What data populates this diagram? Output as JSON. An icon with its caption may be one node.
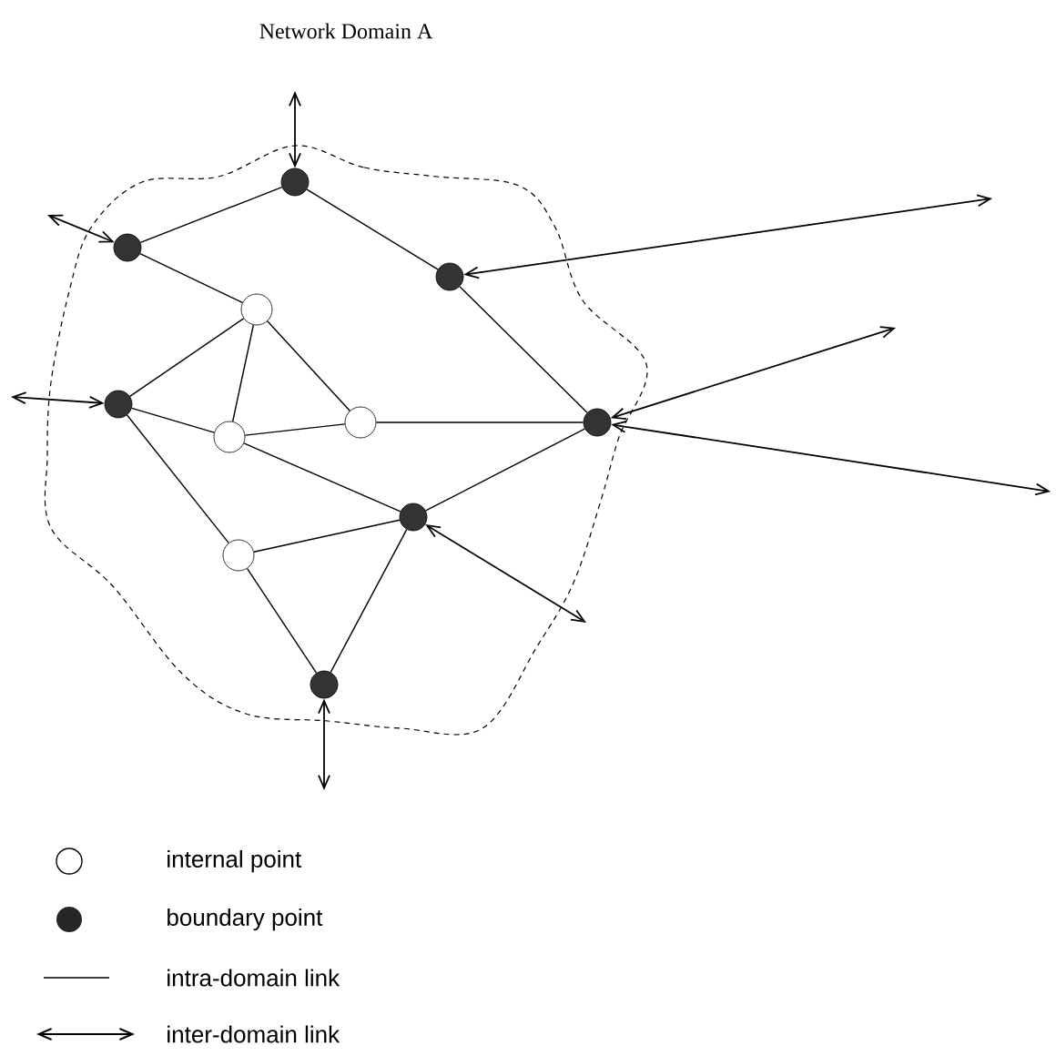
{
  "diagram": {
    "nodes": [
      {
        "text": [
          "Network Domain A"
        ]
      },
      {
        "text": [],
        "shape": "dot",
        "in": 0
      },
      {
        "text": [],
        "shape": "dot",
        "in": 0
      },
      {
        "text": [],
        "shape": "dot",
        "in": 0
      },
      {
        "text": [],
        "shape": "circle",
        "in": 0
      },
      {
        "text": [],
        "shape": "dot",
        "in": 0
      },
      {
        "text": [],
        "shape": "circle",
        "in": 0
      },
      {
        "text": [],
        "shape": "circle",
        "in": 0
      },
      {
        "text": [],
        "shape": "dot",
        "in": 0
      },
      {
        "text": [],
        "shape": "dot",
        "in": 0
      },
      {
        "text": [],
        "shape": "circle",
        "in": 0
      },
      {
        "text": [],
        "shape": "dot",
        "in": 0
      }
    ],
    "edges": [
      {
        "from": 1,
        "to": 2,
        "arrow": "none"
      },
      {
        "from": 1,
        "to": 3,
        "arrow": "none"
      },
      {
        "from": 2,
        "to": 4,
        "arrow": "none"
      },
      {
        "from": 3,
        "to": 8,
        "arrow": "none"
      },
      {
        "from": 4,
        "to": 5,
        "arrow": "none"
      },
      {
        "from": 4,
        "to": 6,
        "arrow": "none"
      },
      {
        "from": 4,
        "to": 7,
        "arrow": "none"
      },
      {
        "from": 5,
        "to": 6,
        "arrow": "none"
      },
      {
        "from": 5,
        "to": 10,
        "arrow": "none"
      },
      {
        "from": 6,
        "to": 7,
        "arrow": "none"
      },
      {
        "from": 7,
        "to": 8,
        "arrow": "none"
      },
      {
        "from": 6,
        "to": 9,
        "arrow": "none"
      },
      {
        "from": 8,
        "to": 9,
        "arrow": "none"
      },
      {
        "from": 10,
        "to": 9,
        "arrow": "none"
      },
      {
        "from": 10,
        "to": 11,
        "arrow": "none"
      },
      {
        "from": 11,
        "to": 9,
        "arrow": "none"
      },
      {
        "from": 1,
        "to": null,
        "arrow": "both"
      },
      {
        "from": 2,
        "to": null,
        "arrow": "both"
      },
      {
        "from": 5,
        "to": null,
        "arrow": "both"
      },
      {
        "from": 3,
        "to": null,
        "arrow": "both"
      },
      {
        "from": 8,
        "to": null,
        "arrow": "both"
      },
      {
        "from": 8,
        "to": null,
        "arrow": "both"
      },
      {
        "from": 9,
        "to": null,
        "arrow": "both"
      },
      {
        "from": 11,
        "to": null,
        "arrow": "both"
      }
    ],
    "legend": [
      {
        "text": "internal point"
      },
      {
        "text": "boundary point"
      },
      {
        "text": "intra-domain link"
      },
      {
        "text": "inter-domain link"
      }
    ]
  }
}
